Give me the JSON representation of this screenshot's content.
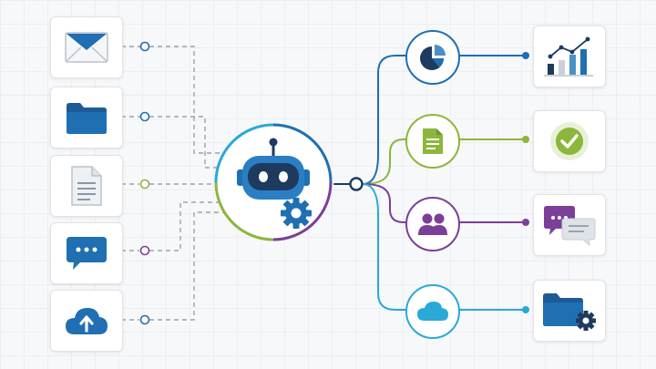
{
  "diagram": {
    "inputs": [
      {
        "id": "email",
        "icon": "envelope-icon"
      },
      {
        "id": "folder",
        "icon": "folder-icon"
      },
      {
        "id": "document",
        "icon": "document-icon"
      },
      {
        "id": "chat",
        "icon": "chat-bubble-icon"
      },
      {
        "id": "cloud-upload",
        "icon": "cloud-upload-icon"
      }
    ],
    "center": {
      "icon": "robot-with-gear-icon"
    },
    "outputs": [
      {
        "id": "analytics",
        "hub_icon": "pie-chart-icon",
        "card_icon": "bar-chart-icon",
        "color": "#1f6fb2"
      },
      {
        "id": "report",
        "hub_icon": "document-icon",
        "card_icon": "check-badge-icon",
        "color": "#8cb63c"
      },
      {
        "id": "team",
        "hub_icon": "users-icon",
        "card_icon": "conversation-icon",
        "color": "#7b3f98"
      },
      {
        "id": "cloud",
        "hub_icon": "cloud-icon",
        "card_icon": "folder-gear-icon",
        "color": "#29a9d8"
      }
    ],
    "colors": {
      "blue": "#1f6fb2",
      "green": "#8cb63c",
      "purple": "#7b3f98",
      "cyan": "#29a9d8",
      "dashed": "#9aa3ad",
      "navy": "#1e3a5f"
    }
  }
}
